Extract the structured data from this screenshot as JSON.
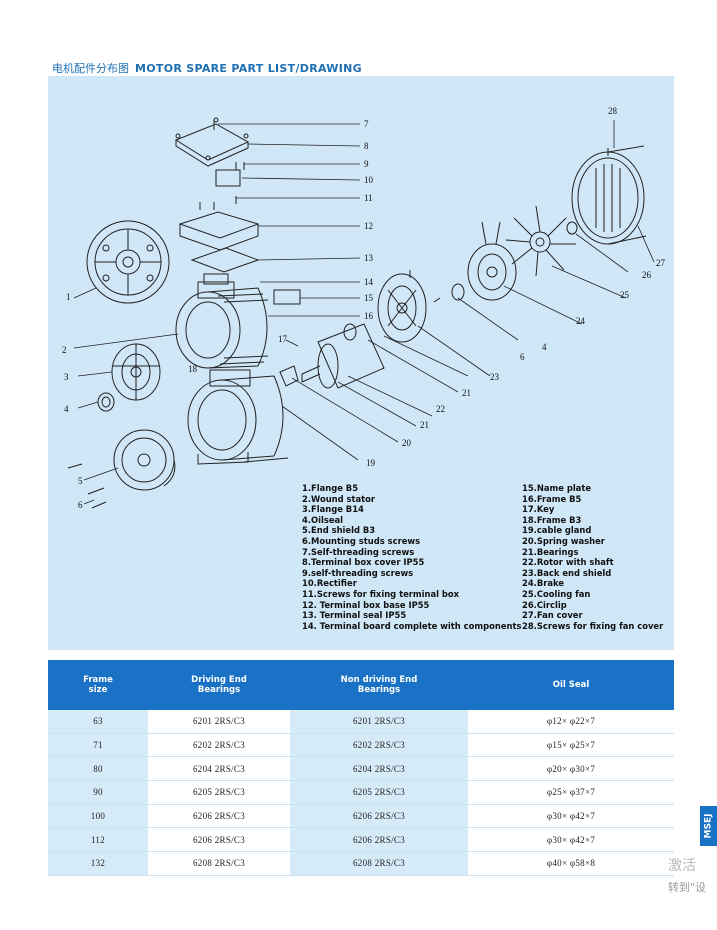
{
  "header": {
    "title_cn": "电机配件分布图",
    "title_en": "MOTOR SPARE PART LIST/DRAWING"
  },
  "diagram": {
    "callouts": [
      "1",
      "2",
      "3",
      "4",
      "5",
      "6",
      "7",
      "8",
      "9",
      "10",
      "11",
      "12",
      "13",
      "14",
      "15",
      "16",
      "17",
      "18",
      "19",
      "20",
      "21",
      "22",
      "23",
      "24",
      "25",
      "26",
      "27",
      "28",
      "21",
      "6",
      "4"
    ]
  },
  "legend": {
    "left": [
      "1.Flange B5",
      "2.Wound stator",
      "3.Flange B14",
      "4.Oilseal",
      "5.End shield B3",
      "6.Mounting studs screws",
      "7.Self-threading screws",
      "8.Terminal box cover IP55",
      "9.self-threading screws",
      "10.Rectifier",
      "11.Screws for fixing terminal box",
      "12. Terminal box base IP55",
      "13. Terminal seal IP55",
      "14. Terminal board complete with components"
    ],
    "right": [
      "15.Name plate",
      "16.Frame B5",
      "17.Key",
      "18.Frame B3",
      "19.cable gland",
      "20.Spring washer",
      "21.Bearings",
      "22.Rotor with shaft",
      "23.Back end shield",
      "24.Brake",
      "25.Cooling fan",
      "26.Circlip",
      "27.Fan cover",
      "28.Screws for fixing fan cover"
    ]
  },
  "table": {
    "headers": [
      "Frame\nsize",
      "Driving End\nBearings",
      "Non driving End\nBearings",
      "Oil Seal"
    ],
    "rows": [
      [
        "63",
        "6201 2RS/C3",
        "6201 2RS/C3",
        "φ12× φ22×7"
      ],
      [
        "71",
        "6202 2RS/C3",
        "6202 2RS/C3",
        "φ15× φ25×7"
      ],
      [
        "80",
        "6204 2RS/C3",
        "6204 2RS/C3",
        "φ20× φ30×7"
      ],
      [
        "90",
        "6205 2RS/C3",
        "6205 2RS/C3",
        "φ25× φ37×7"
      ],
      [
        "100",
        "6206 2RS/C3",
        "6206 2RS/C3",
        "φ30× φ42×7"
      ],
      [
        "112",
        "6206 2RS/C3",
        "6206 2RS/C3",
        "φ30× φ42×7"
      ],
      [
        "132",
        "6208 2RS/C3",
        "6208 2RS/C3",
        "φ40× φ58×8"
      ]
    ]
  },
  "side_tab": "MSEJ",
  "watermark": {
    "line1": "激活",
    "line2": "转到\"设"
  },
  "colors": {
    "brand_blue": "#1a72c6",
    "diagram_bg": "#cfe7f7",
    "title_blue": "#1f6fb3"
  }
}
